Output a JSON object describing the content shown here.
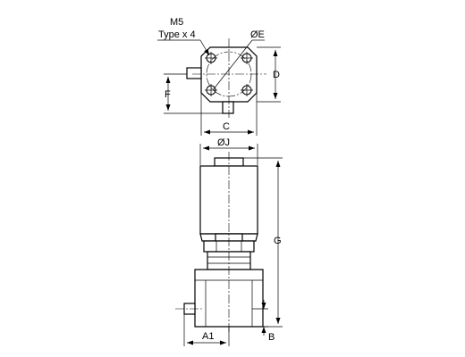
{
  "diagram": {
    "thread_label": "M5",
    "type_label": "Type x 4",
    "labels": {
      "E": "ØE",
      "D": "D",
      "F": "F",
      "C": "C",
      "J": "ØJ",
      "G": "G",
      "A1": "A1",
      "B": "B"
    }
  }
}
